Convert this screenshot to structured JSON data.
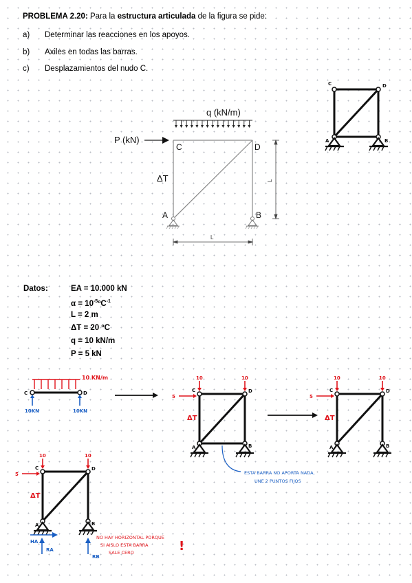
{
  "problem": {
    "title_number": "PROBLEMA 2.20:",
    "title_pre": " Para la ",
    "title_bold": "estructura articulada",
    "title_post": " de la figura se pide:",
    "items": [
      {
        "letter": "a)",
        "text": "Determinar las reacciones en los apoyos."
      },
      {
        "letter": "b)",
        "text": "Axiles en todas las barras."
      },
      {
        "letter": "c)",
        "text": "Desplazamientos del nudo C."
      }
    ]
  },
  "figure": {
    "load_label": "q (kN/m)",
    "point_load_label": "P (kN)",
    "node_a": "A",
    "node_b": "B",
    "node_c": "C",
    "node_d": "D",
    "temp_label": "ΔT",
    "length_h": "L",
    "length_v": "L"
  },
  "datos": {
    "label": "Datos:",
    "ea": "EA = 10.000 kN",
    "alpha_base": "α = 10",
    "alpha_exp": "-5",
    "alpha_unit": "ºC",
    "alpha_exp2": "-1",
    "l": "L = 2 m",
    "dt": "ΔT = 20 ºC",
    "q": "q = 10 kN/m",
    "p": "P = 5 kN"
  },
  "sketches": {
    "beam_load": "10 KN/m",
    "beam_react_left": "10KN",
    "beam_react_right": "10KN",
    "force_10": "10",
    "force_5": "5",
    "temp": "ΔT",
    "note_bar": "ESTA BARRA NO APORTA NADA,",
    "note_bar2": "UNE 2 PUNTOS FIJOS",
    "ha": "HA",
    "ra": "RA",
    "rb": "RB",
    "note_h1": "NO HAY HORIZONTAL PORQUE",
    "note_h2": "SI AISLO ESTA BARRA",
    "note_h3": "SALE CERO",
    "exclaim": "!",
    "n_a": "A",
    "n_b": "B",
    "n_c": "C",
    "n_d": "D"
  },
  "colors": {
    "red": "#e0141b",
    "blue": "#1a5fc4",
    "ink": "#111111",
    "grey": "#777777"
  }
}
